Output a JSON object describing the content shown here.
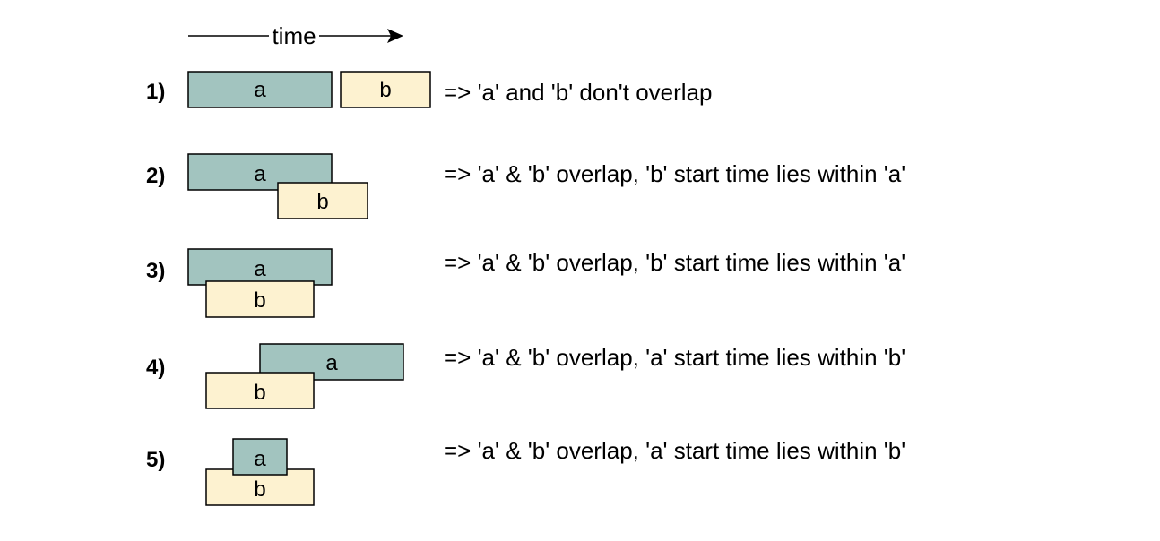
{
  "colors": {
    "a_fill": "#a2c4bf",
    "b_fill": "#fdf2d0",
    "stroke": "#000000"
  },
  "timeline": {
    "label": "time"
  },
  "rows": [
    {
      "number": "1)",
      "a_label": "a",
      "b_label": "b",
      "description": "=> 'a' and 'b' don't overlap"
    },
    {
      "number": "2)",
      "a_label": "a",
      "b_label": "b",
      "description": "=> 'a' & 'b' overlap, 'b' start time lies within 'a'"
    },
    {
      "number": "3)",
      "a_label": "a",
      "b_label": "b",
      "description": "=> 'a' & 'b' overlap, 'b' start time lies within 'a'"
    },
    {
      "number": "4)",
      "a_label": "a",
      "b_label": "b",
      "description": "=> 'a' & 'b' overlap, 'a' start time lies within 'b'"
    },
    {
      "number": "5)",
      "a_label": "a",
      "b_label": "b",
      "description": "=> 'a' & 'b' overlap, 'a' start time lies within 'b'"
    }
  ]
}
